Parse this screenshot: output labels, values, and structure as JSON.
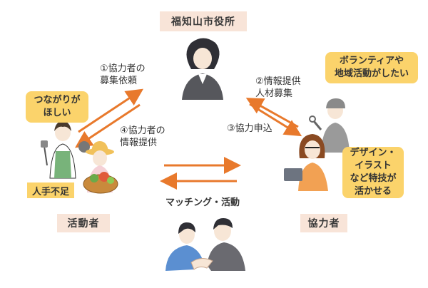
{
  "city_office": "福知山市役所",
  "activity_group": "活動者",
  "cooperator": "協力者",
  "steps": {
    "step1": "①協力者の\n募集依頼",
    "step2": "②情報提供\n人材募集",
    "step3": "③協力申込",
    "step4": "④協力者の\n情報提供"
  },
  "matching": "マッチング・活動",
  "bubbles": {
    "connection": "つながりが\nほしい",
    "volunteer": "ボランティアや\n地域活動がしたい",
    "skills": "デザイン・\nイラスト\nなど特技が\n活かせる"
  },
  "shortage": "人手不足",
  "colors": {
    "arrow": "#e8792c",
    "bubble": "#fbd36b",
    "label_bg": "#f8e4d8"
  }
}
